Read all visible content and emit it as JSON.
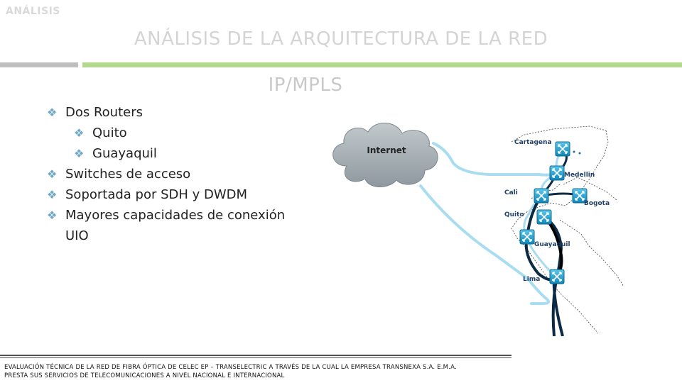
{
  "header": {
    "section_label": "ANÁLISIS",
    "title": "ANÁLISIS DE LA ARQUITECTURA DE LA RED",
    "subtitle": "IP/MPLS"
  },
  "bullets": [
    {
      "text": "Dos Routers",
      "level": 0
    },
    {
      "text": "Quito",
      "level": 1
    },
    {
      "text": "Guayaquil",
      "level": 1
    },
    {
      "text": "Switches de acceso",
      "level": 0
    },
    {
      "text": "Soportada por SDH y DWDM",
      "level": 0
    },
    {
      "text": "Mayores capacidades de conexión UIO",
      "level": 0
    }
  ],
  "diagram": {
    "cloud_label": "Internet",
    "nodes": {
      "cartagena": "Cartagena",
      "medellin": "Medellin",
      "cali": "Cali",
      "bogota": "Bogota",
      "quito": "Quito",
      "guayaquil": "Guayaquil",
      "lima": "Lima"
    },
    "colors": {
      "router": "#1aa3d6",
      "light_link": "#a8dcf0",
      "dark_link": "#0d2a45",
      "cloud": "#a7b0b5"
    }
  },
  "footer": {
    "line1": "EVALUACIÓN TÉCNICA DE LA RED DE FIBRA ÓPTICA DE CELEC EP – TRANSELECTRIC A TRAVÉS DE LA CUAL LA EMPRESA TRANSNEXA S.A. E.M.A.",
    "line2": "PRESTA SUS SERVICIOS DE TELECOMUNICACIONES A NIVEL NACIONAL E INTERNACIONAL"
  }
}
